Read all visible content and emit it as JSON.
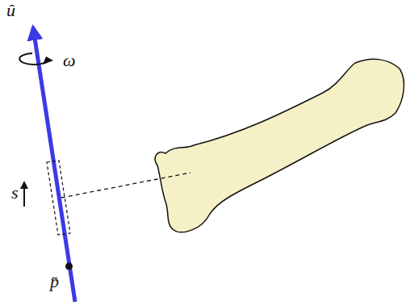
{
  "diagram": {
    "labels": [
      "û",
      "ω",
      "s",
      "p̄"
    ]
  }
}
